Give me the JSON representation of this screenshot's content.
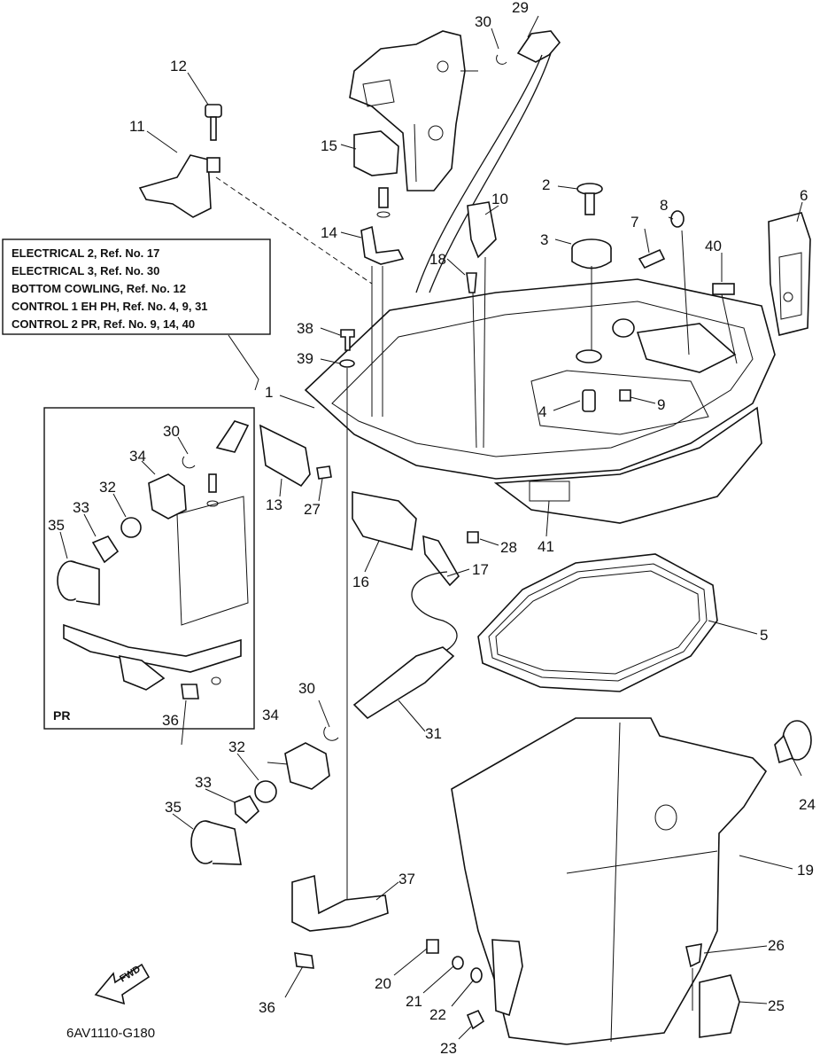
{
  "ref_box": {
    "lines": [
      "ELECTRICAL 2,  Ref. No. 17",
      "ELECTRICAL 3,  Ref. No. 30",
      "BOTTOM COWLING,  Ref. No. 12",
      "CONTROL 1 EH PH,  Ref. No. 4, 9, 31",
      "CONTROL 2 PR,  Ref. No. 9, 14, 40"
    ]
  },
  "inset_label": "PR",
  "drawing_code": "6AV1110-G180",
  "fwd_label": "FWD",
  "callouts": [
    "1",
    "2",
    "3",
    "4",
    "5",
    "6",
    "7",
    "8",
    "9",
    "10",
    "11",
    "12",
    "13",
    "14",
    "15",
    "16",
    "17",
    "18",
    "19",
    "20",
    "21",
    "22",
    "23",
    "24",
    "25",
    "26",
    "27",
    "28",
    "29",
    "30",
    "31",
    "32",
    "33",
    "34",
    "35",
    "36",
    "37",
    "38",
    "39",
    "40",
    "41"
  ],
  "inset_callouts": [
    "30",
    "34",
    "32",
    "33",
    "35",
    "36"
  ]
}
